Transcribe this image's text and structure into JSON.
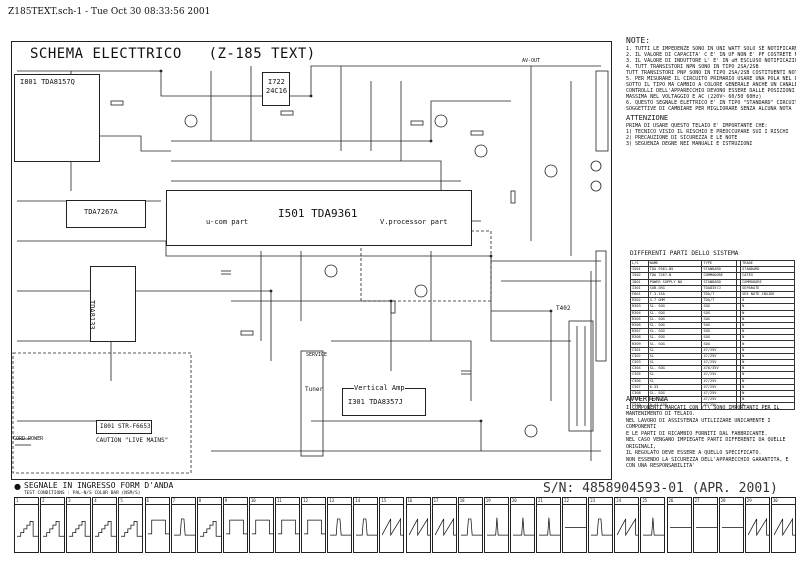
{
  "header": "Z185TEXT.sch-1 - Tue Oct 30 08:33:56 2001",
  "title": "SCHEMA ELECTTRICO   (Z-185 TEXT)",
  "ics": {
    "i801": "I801    TDA8157Q",
    "tda7267a": "TDA7267A",
    "tda8133": "TDA8133",
    "i501": "I501 TDA9361",
    "ucom": "u-com part",
    "vproc": "V.processor part",
    "i722": "I722",
    "i722b": "24C16",
    "tda8357": "I301   TDA8357J",
    "vert": "Vertical Amp",
    "str": "I801  STR-F6653",
    "t402": "T402",
    "tuner": "Tuner",
    "caution": "CAUTION \"LIVE MAINS\"",
    "service": "SERVICE",
    "avout": "AV-OUT",
    "cord": "CORD POWER"
  },
  "notes": {
    "title": "NOTE:",
    "lines": [
      "1. TUTTI LE IMPEDENZE SONO IN UNI WATT SOLO SE NOTIFICARMENTE",
      "2. IL VALORE DI CAPACITA' C E' IN UF NON E' PF COSTRETE NOTIFICATIVE",
      "3. IL VALORE DI INDUTTORE L' E' IN uH ESCLUSO NOTIFICAZIONE",
      "4. TUTT TRANSISTORI NPN SONO IN TIPO 2SA/2SB",
      "   TUTT TRANSISTORI PNP SONO IN TIPO 2SA/2SB COSTITUENTI NOTIFICAZIONE",
      "5. PER MISURARE IL CIRCUITO PRIMARIO USARE UNA POLA NEL DOTTILE",
      "   SOTTO IL TIPO MA CAMBIO A COLORE GENERALE ANCHE UN CANALE E' TUTTI",
      "   CONTROLLI DELL'APPARECCHIO DEVONO ESSERE DALLE POSIZIONI",
      "   MASSIMA NEL VOLTAGGIO E AC (220V~ 60/50 60Hz)",
      "6. QUESTO SEGNALE ELETTRICO E' IN TIPO \"STANDARD\" CIRCUIT COSTANTE,2000",
      "   SOGGETTIVE DI CAMBIARE PER MIGLIORARE SENZA ALCUNA NOTA"
    ]
  },
  "attenzione": {
    "title": "ATTENZIONE",
    "lines": [
      "PRIMA DI USARE QUESTO TELAIO E' IMPORTANTE CHE:",
      "1) TECNICO VISIO IL RISCHIO E PREOCCUPARE SUI I RISCHI",
      "2) PRECAUZIONE DI SICUREZZA E LE NOTE",
      "3) SEGUENZA DEGNE NEI MANUALI E ISTRUZIONI"
    ]
  },
  "parts_table": {
    "title": "DIFFERENTI PARTI DELLO SISTEMA",
    "rows": [
      [
        "L/S",
        "NAME",
        "TYPE",
        "",
        "TRADE"
      ],
      [
        "I501",
        "TDA 9361-N5",
        "STANDARD",
        "",
        "STANDARD"
      ],
      [
        "I502",
        "TDA 7267-N",
        "COMMODORE",
        "",
        "CATEG"
      ],
      [
        "I801",
        "POWER SUPPLY NO",
        "STANDARD",
        "",
        "COMMODORE"
      ],
      [
        "I301",
        "SUB-SRG",
        "TDA8357J",
        "",
        "SEPARATE"
      ],
      [
        "F801",
        "T-3.15A",
        "TDA/T",
        "",
        "SEE NOTE INSIDE"
      ],
      [
        "R302",
        "4.7 OHM",
        "TDA/T",
        "",
        "0"
      ],
      [
        "R303",
        "SL. SOG",
        "SOG",
        "",
        "N"
      ],
      [
        "R304",
        "SL. SOG",
        "SOG",
        "",
        "N"
      ],
      [
        "R305",
        "SL. SOG",
        "SOG",
        "",
        "N"
      ],
      [
        "R306",
        "SL. SOG",
        "SOG",
        "",
        "N"
      ],
      [
        "R307",
        "SL. SOG",
        "SOG",
        "",
        "N"
      ],
      [
        "R308",
        "SL. SOG",
        "SOG",
        "",
        "N"
      ],
      [
        "R309",
        "SL. SOG",
        "SOG",
        "",
        "N"
      ],
      [
        "C301",
        "SL",
        "47/25V",
        "",
        "N"
      ],
      [
        "C302",
        "SL",
        "47/25V",
        "",
        "N"
      ],
      [
        "C303",
        "SL",
        "47/25V",
        "",
        "N"
      ],
      [
        "C304",
        "SL. SOG",
        "470/35V",
        "",
        "N"
      ],
      [
        "C305",
        "SL",
        "47/25V",
        "",
        "N"
      ],
      [
        "C306",
        "SL",
        "47/25V",
        "",
        "N"
      ],
      [
        "C307",
        "0.33",
        "47/25V",
        "",
        "N"
      ],
      [
        "C308",
        "SL. SOG",
        "47/25V",
        "",
        "N"
      ],
      [
        "C309",
        "0.1 SOG",
        "47/25V",
        "",
        "N"
      ],
      [
        "C310",
        "0.47 SOG",
        "47/25V",
        "",
        "N"
      ]
    ]
  },
  "avvertenza": {
    "title": "AVVERTENZA",
    "lines": [
      "I COMPONENTI MARCATI CON  /!\\  SONO IMPORTANTI PER IL MANTENIMENTO DI TELAIO.",
      "NEL LAVORO DI ASSISTENZA UTILIZZARE UNICAMENTE I COMPONENTI",
      "E LE PARTI DI RICAMBIO FORNITI DAL FABBRICANTE.",
      "NEL CASO VENGANO IMPIEGATE PARTI DIFFERENTI DA QUELLE ORIGINALI,",
      "IL REGOLATO DEVE ESSERE A QUELLO SPECIFICATO.",
      "NON ESSENDO LA SICUREZZA DELL'APPARECCHIO GARANTITA, E CON UNA RESPONSABILITA'"
    ]
  },
  "signals": {
    "title": "SEGNALE IN INGRESSO FORM D'ANDA",
    "subtitle": "TEST CONDITIONS : PAL-N/S COLOR BAR (NSM/S)",
    "sn": "S/N: 4858904593-01 (APR. 2001)",
    "labels": [
      "1",
      "2",
      "3",
      "4",
      "5",
      "6",
      "7",
      "8",
      "9",
      "10",
      "11",
      "12",
      "13",
      "14",
      "15",
      "16",
      "17",
      "18",
      "19",
      "20",
      "21",
      "22",
      "23",
      "24",
      "25",
      "26",
      "27",
      "28",
      "29",
      "30"
    ],
    "shapes": [
      "stair",
      "stair",
      "stair",
      "stair",
      "stair",
      "block",
      "pulse",
      "stair",
      "block",
      "block",
      "block",
      "block",
      "pulse",
      "pulse",
      "saw",
      "saw",
      "saw",
      "pulse",
      "spike",
      "spike",
      "spike",
      "flat",
      "pulse",
      "saw",
      "spike",
      "flat",
      "flat",
      "flat",
      "saw",
      "saw"
    ]
  }
}
